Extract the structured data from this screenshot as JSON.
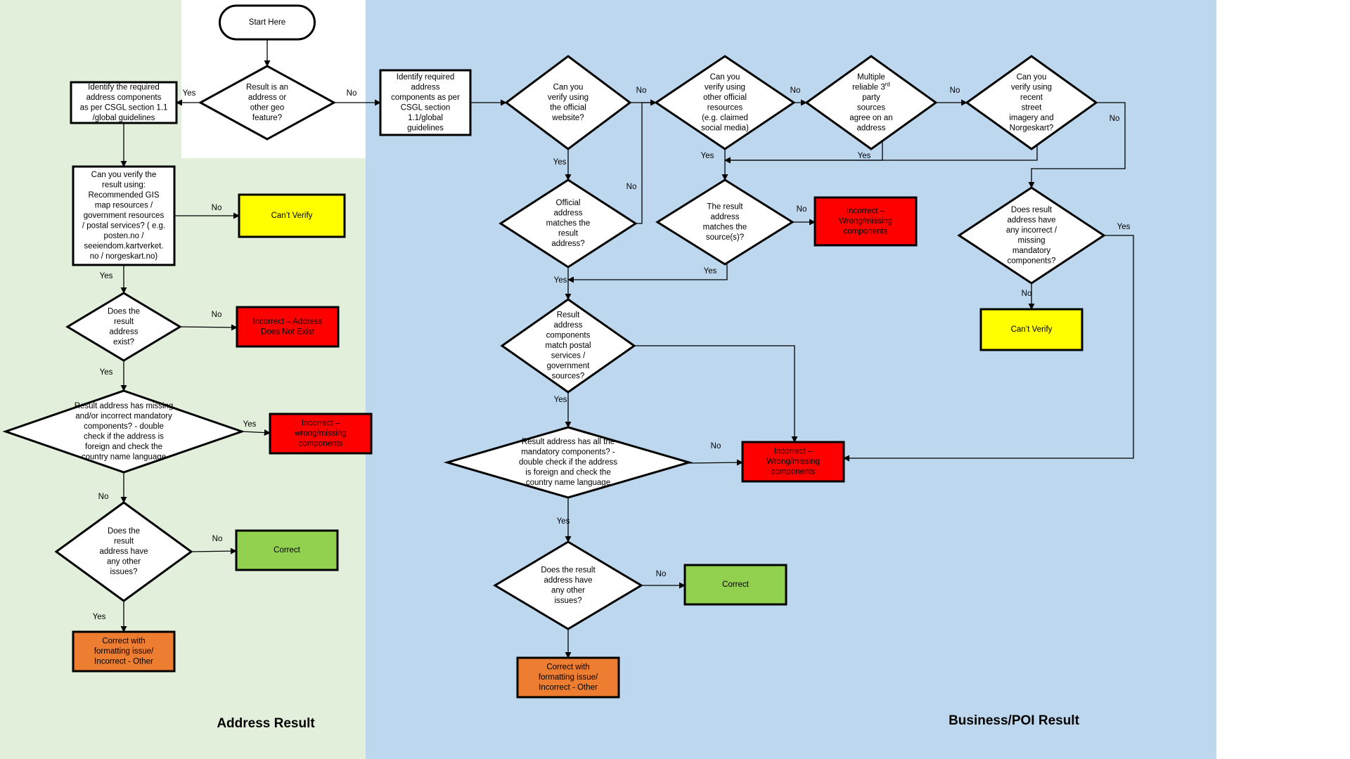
{
  "diagram": {
    "title": "",
    "regions": [
      {
        "id": "address",
        "label": "Address Result",
        "color": "#e2efda"
      },
      {
        "id": "business",
        "label": "Business/POI Result",
        "color": "#bdd7ee"
      }
    ],
    "nodes": [
      {
        "id": "start",
        "shape": "terminator",
        "fill": "#ffffff",
        "lines": [
          "Start Here"
        ]
      },
      {
        "id": "d_geo",
        "shape": "decision",
        "fill": "#ffffff",
        "lines": [
          "Result is an",
          "address or",
          "other geo",
          "feature?"
        ]
      },
      {
        "id": "a_ident",
        "shape": "process",
        "fill": "#ffffff",
        "lines": [
          "Identify the required",
          "address components",
          "as per CSGL section 1.1",
          "/global guidelines"
        ]
      },
      {
        "id": "b_ident",
        "shape": "process",
        "fill": "#ffffff",
        "lines": [
          "Identify required",
          "address",
          "components as per",
          "CSGL section",
          "1.1/global",
          "guidelines"
        ]
      },
      {
        "id": "a_verify",
        "shape": "process",
        "fill": "#ffffff",
        "lines": [
          "Can you verify the",
          "result using:",
          "Recommended GIS",
          "map resources /",
          "government resources",
          "/ postal services? ( e.g.",
          "posten.no /",
          "seeiendom.kartverket.",
          "no / norgeskart.no)"
        ]
      },
      {
        "id": "a_cant",
        "shape": "process",
        "fill": "#ffff00",
        "lines": [
          "Can’t Verify"
        ]
      },
      {
        "id": "a_exist",
        "shape": "decision",
        "fill": "#ffffff",
        "lines": [
          "Does the",
          "result",
          "address",
          "exist?"
        ]
      },
      {
        "id": "a_notexist",
        "shape": "process",
        "fill": "#ff0000",
        "lines": [
          "Incorrect – Address",
          "Does Not Exist"
        ]
      },
      {
        "id": "a_missing",
        "shape": "decision",
        "fill": "#ffffff",
        "lines": [
          "Result address has missing",
          "and/or incorrect mandatory",
          "components? - double",
          "check if the address is",
          "foreign and check the",
          "country name language"
        ]
      },
      {
        "id": "a_wrong",
        "shape": "process",
        "fill": "#ff0000",
        "lines": [
          "Incorrect –",
          "wrong/missing",
          "components"
        ]
      },
      {
        "id": "a_other",
        "shape": "decision",
        "fill": "#ffffff",
        "lines": [
          "Does the",
          "result",
          "address have",
          "any other",
          "issues?"
        ]
      },
      {
        "id": "a_correct",
        "shape": "process",
        "fill": "#92d050",
        "lines": [
          "Correct"
        ]
      },
      {
        "id": "a_format",
        "shape": "process",
        "fill": "#ed7d31",
        "lines": [
          "Correct with",
          "formatting issue/",
          "Incorrect - Other"
        ]
      },
      {
        "id": "b_website",
        "shape": "decision",
        "fill": "#ffffff",
        "lines": [
          "Can you",
          "verify using",
          "the official",
          "website?"
        ]
      },
      {
        "id": "b_social",
        "shape": "decision",
        "fill": "#ffffff",
        "lines": [
          "Can you",
          "verify using",
          "other official",
          "resources",
          "(e.g. claimed",
          "social media)"
        ]
      },
      {
        "id": "b_third",
        "shape": "decision",
        "fill": "#ffffff",
        "lines": [
          "Multiple",
          "reliable 3rd",
          "party",
          "sources",
          "agree on an",
          "address"
        ]
      },
      {
        "id": "b_street",
        "shape": "decision",
        "fill": "#ffffff",
        "lines": [
          "Can you",
          "verify using",
          "recent",
          "street",
          "imagery and",
          "Norgeskart?"
        ]
      },
      {
        "id": "b_offmatch",
        "shape": "decision",
        "fill": "#ffffff",
        "lines": [
          "Official",
          "address",
          "matches the",
          "result",
          "address?"
        ]
      },
      {
        "id": "b_srcmatch",
        "shape": "decision",
        "fill": "#ffffff",
        "lines": [
          "The result",
          "address",
          "matches the",
          "source(s)?"
        ]
      },
      {
        "id": "b_wrong1",
        "shape": "process",
        "fill": "#ff0000",
        "lines": [
          "Incorrect –",
          "Wrong/missing",
          "components"
        ]
      },
      {
        "id": "b_hasinc",
        "shape": "decision",
        "fill": "#ffffff",
        "lines": [
          "Does  result",
          "address have",
          "any incorrect /",
          "missing",
          "mandatory",
          "components?"
        ]
      },
      {
        "id": "b_cant",
        "shape": "process",
        "fill": "#ffff00",
        "lines": [
          "Can’t Verify"
        ]
      },
      {
        "id": "b_postal",
        "shape": "decision",
        "fill": "#ffffff",
        "lines": [
          "Result",
          "address",
          "components",
          "match postal",
          "services /",
          "government",
          "sources?"
        ]
      },
      {
        "id": "b_mand",
        "shape": "decision",
        "fill": "#ffffff",
        "lines": [
          "Result address has all the",
          "mandatory components? -",
          "double check if the address",
          "is foreign and check the",
          "country name language"
        ]
      },
      {
        "id": "b_wrong2",
        "shape": "process",
        "fill": "#ff0000",
        "lines": [
          "Incorrect –",
          "Wrong/missing",
          "components"
        ]
      },
      {
        "id": "b_other",
        "shape": "decision",
        "fill": "#ffffff",
        "lines": [
          "Does the result",
          "address have",
          "any other",
          "issues?"
        ]
      },
      {
        "id": "b_correct",
        "shape": "process",
        "fill": "#92d050",
        "lines": [
          "Correct"
        ]
      },
      {
        "id": "b_format",
        "shape": "process",
        "fill": "#ed7d31",
        "lines": [
          "Correct with",
          "formatting issue/",
          "Incorrect - Other"
        ]
      }
    ],
    "edges": [
      {
        "id": "e1",
        "from": "start",
        "to": "d_geo",
        "label": ""
      },
      {
        "id": "e2",
        "from": "d_geo",
        "to": "a_ident",
        "label": "Yes"
      },
      {
        "id": "e3",
        "from": "d_geo",
        "to": "b_ident",
        "label": "No"
      },
      {
        "id": "e4",
        "from": "a_ident",
        "to": "a_verify",
        "label": ""
      },
      {
        "id": "e5",
        "from": "a_verify",
        "to": "a_cant",
        "label": "No"
      },
      {
        "id": "e6",
        "from": "a_verify",
        "to": "a_exist",
        "label": "Yes"
      },
      {
        "id": "e7",
        "from": "a_exist",
        "to": "a_notexist",
        "label": "No"
      },
      {
        "id": "e8",
        "from": "a_exist",
        "to": "a_missing",
        "label": "Yes"
      },
      {
        "id": "e9",
        "from": "a_missing",
        "to": "a_wrong",
        "label": "Yes"
      },
      {
        "id": "e10",
        "from": "a_missing",
        "to": "a_other",
        "label": "No"
      },
      {
        "id": "e11",
        "from": "a_other",
        "to": "a_correct",
        "label": "No"
      },
      {
        "id": "e12",
        "from": "a_other",
        "to": "a_format",
        "label": "Yes"
      },
      {
        "id": "e13",
        "from": "b_ident",
        "to": "b_website",
        "label": ""
      },
      {
        "id": "e14",
        "from": "b_website",
        "to": "b_social",
        "label": "No"
      },
      {
        "id": "e15",
        "from": "b_website",
        "to": "b_offmatch",
        "label": "Yes"
      },
      {
        "id": "e16",
        "from": "b_offmatch",
        "to": "b_social",
        "label": "No"
      },
      {
        "id": "e17",
        "from": "b_social",
        "to": "b_third",
        "label": "No"
      },
      {
        "id": "e18",
        "from": "b_social",
        "to": "b_srcmatch",
        "label": "Yes"
      },
      {
        "id": "e19",
        "from": "b_third",
        "to": "b_street",
        "label": "No"
      },
      {
        "id": "e20",
        "from": "b_third",
        "to": "b_srcmatch",
        "label": "Yes"
      },
      {
        "id": "e21",
        "from": "b_street",
        "to": "b_hasinc",
        "label": "Yes"
      },
      {
        "id": "e22",
        "from": "b_street",
        "to": "b_hasinc",
        "label": "No"
      },
      {
        "id": "e23",
        "from": "b_srcmatch",
        "to": "b_wrong1",
        "label": "No"
      },
      {
        "id": "e24",
        "from": "b_srcmatch",
        "to": "b_postal",
        "label": "Yes"
      },
      {
        "id": "e25",
        "from": "b_offmatch",
        "to": "b_postal",
        "label": "Yes"
      },
      {
        "id": "e26",
        "from": "b_hasinc",
        "to": "b_cant",
        "label": "No"
      },
      {
        "id": "e27",
        "from": "b_hasinc",
        "to": "b_wrong2",
        "label": "Yes"
      },
      {
        "id": "e28",
        "from": "b_postal",
        "to": "b_wrong2",
        "label": ""
      },
      {
        "id": "e29",
        "from": "b_postal",
        "to": "b_mand",
        "label": "Yes"
      },
      {
        "id": "e30",
        "from": "b_mand",
        "to": "b_wrong2",
        "label": "No"
      },
      {
        "id": "e31",
        "from": "b_mand",
        "to": "b_other",
        "label": "Yes"
      },
      {
        "id": "e32",
        "from": "b_other",
        "to": "b_correct",
        "label": "No"
      },
      {
        "id": "e33",
        "from": "b_other",
        "to": "b_format",
        "label": ""
      }
    ]
  }
}
